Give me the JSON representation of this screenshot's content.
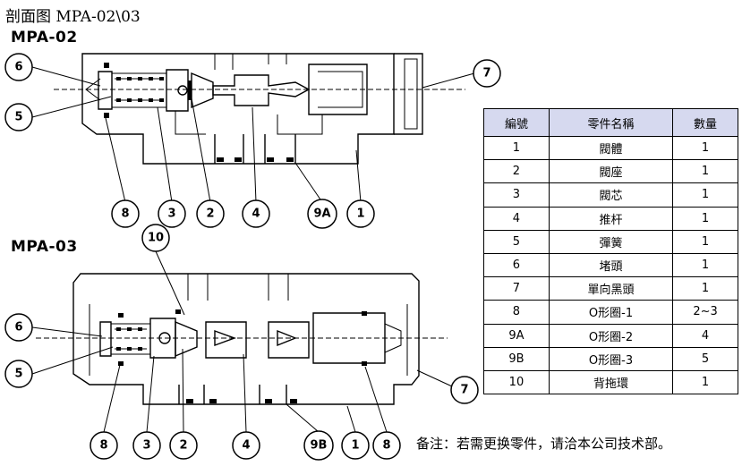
{
  "title": "剖面图 MPA-02\\03",
  "models": [
    "MPA-02",
    "MPA-03"
  ],
  "callouts": {
    "mpa02": [
      "6",
      "5",
      "8",
      "3",
      "2",
      "4",
      "9A",
      "1",
      "7"
    ],
    "mpa03": [
      "10",
      "6",
      "5",
      "8",
      "3",
      "2",
      "4",
      "9B",
      "1",
      "8",
      "7"
    ]
  },
  "table": {
    "headers": [
      "編號",
      "零件名稱",
      "數量"
    ],
    "rows": [
      [
        "1",
        "閥體",
        "1"
      ],
      [
        "2",
        "閥座",
        "1"
      ],
      [
        "3",
        "閥芯",
        "1"
      ],
      [
        "4",
        "推杆",
        "1"
      ],
      [
        "5",
        "彈簧",
        "1"
      ],
      [
        "6",
        "堵頭",
        "1"
      ],
      [
        "7",
        "單向黑頭",
        "1"
      ],
      [
        "8",
        "O形圈-1",
        "2~3"
      ],
      [
        "9A",
        "O形圈-2",
        "4"
      ],
      [
        "9B",
        "O形圈-3",
        "5"
      ],
      [
        "10",
        "背拖環",
        "1"
      ]
    ]
  },
  "note": "备注：若需更换零件，请洽本公司技术部。",
  "colors": {
    "table_header": "#d6d9ef"
  }
}
